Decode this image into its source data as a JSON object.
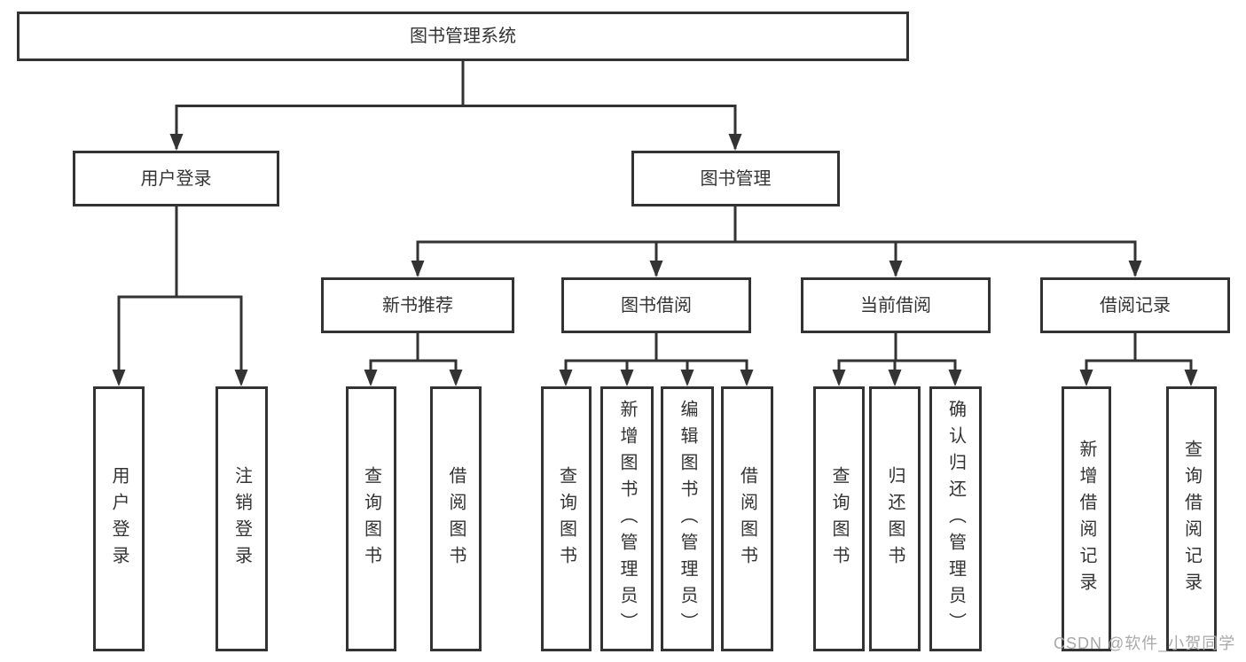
{
  "diagram": {
    "type": "hierarchy-tree",
    "colors": {
      "line": "#333333",
      "text": "#333333",
      "box_background": "#ffffff",
      "watermark": "#a9a9a9"
    },
    "tree": {
      "root": {
        "label": "图书管理系统"
      },
      "level2": [
        {
          "label": "用户登录"
        },
        {
          "label": "图书管理"
        }
      ],
      "level3": [
        {
          "label": "新书推荐"
        },
        {
          "label": "图书借阅"
        },
        {
          "label": "当前借阅"
        },
        {
          "label": "借阅记录"
        }
      ],
      "leaves": {
        "user_login": [
          {
            "label": "用户登录"
          },
          {
            "label": "注销登录"
          }
        ],
        "new_books": [
          {
            "label": "查询图书"
          },
          {
            "label": "借阅图书"
          }
        ],
        "book_borrow": [
          {
            "label": "查询图书"
          },
          {
            "label": "新增图书（管理员）"
          },
          {
            "label": "编辑图书（管理员）"
          },
          {
            "label": "借阅图书"
          }
        ],
        "current_borrow": [
          {
            "label": "查询图书"
          },
          {
            "label": "归还图书"
          },
          {
            "label": "确认归还（管理员）"
          }
        ],
        "borrow_records": [
          {
            "label": "新增借阅记录"
          },
          {
            "label": "查询借阅记录"
          }
        ]
      }
    }
  },
  "watermark": {
    "text": "CSDN @软件_小贺同学"
  }
}
